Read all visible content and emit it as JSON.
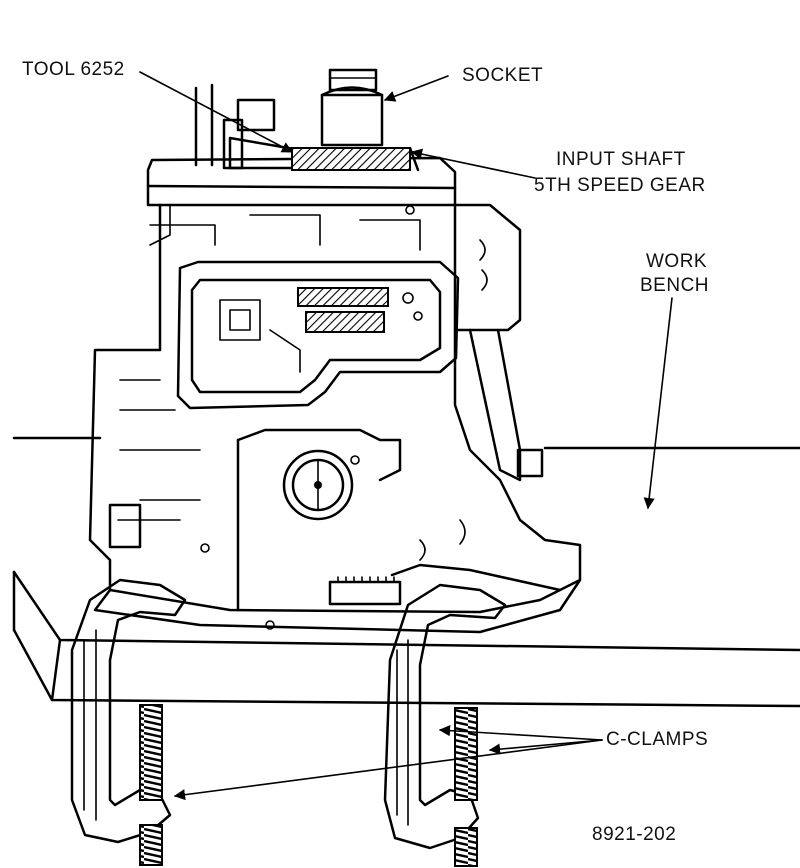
{
  "labels": {
    "tool": "TOOL 6252",
    "socket": "SOCKET",
    "input_shaft_line1": "INPUT SHAFT",
    "input_shaft_line2": "5TH SPEED GEAR",
    "work_bench_line1": "WORK",
    "work_bench_line2": "BENCH",
    "c_clamps": "C-CLAMPS",
    "figure_number": "8921-202"
  }
}
